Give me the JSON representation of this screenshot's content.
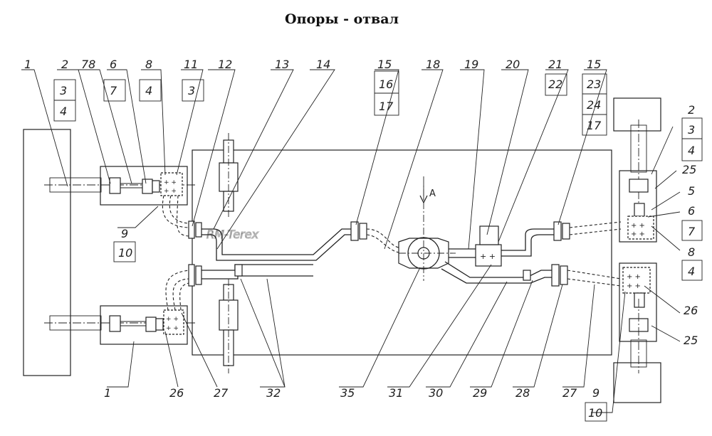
{
  "title": "Опоры - отвал",
  "watermark": "RM-Terex",
  "view_label": "A",
  "callouts": {
    "top": [
      "1",
      "2",
      "3",
      "4",
      "78",
      "7",
      "6",
      "4",
      "8",
      "3",
      "11",
      "12",
      "13",
      "14",
      "15",
      "16",
      "17",
      "18",
      "19",
      "20",
      "21",
      "22",
      "15",
      "23",
      "24",
      "17"
    ],
    "right": [
      "2",
      "3",
      "4",
      "25",
      "5",
      "6",
      "7",
      "8",
      "4",
      "26",
      "25"
    ],
    "bottom": [
      "1",
      "26",
      "27",
      "32",
      "35",
      "31",
      "30",
      "29",
      "28",
      "27",
      "9",
      "10"
    ],
    "left": [
      "9",
      "10"
    ]
  }
}
